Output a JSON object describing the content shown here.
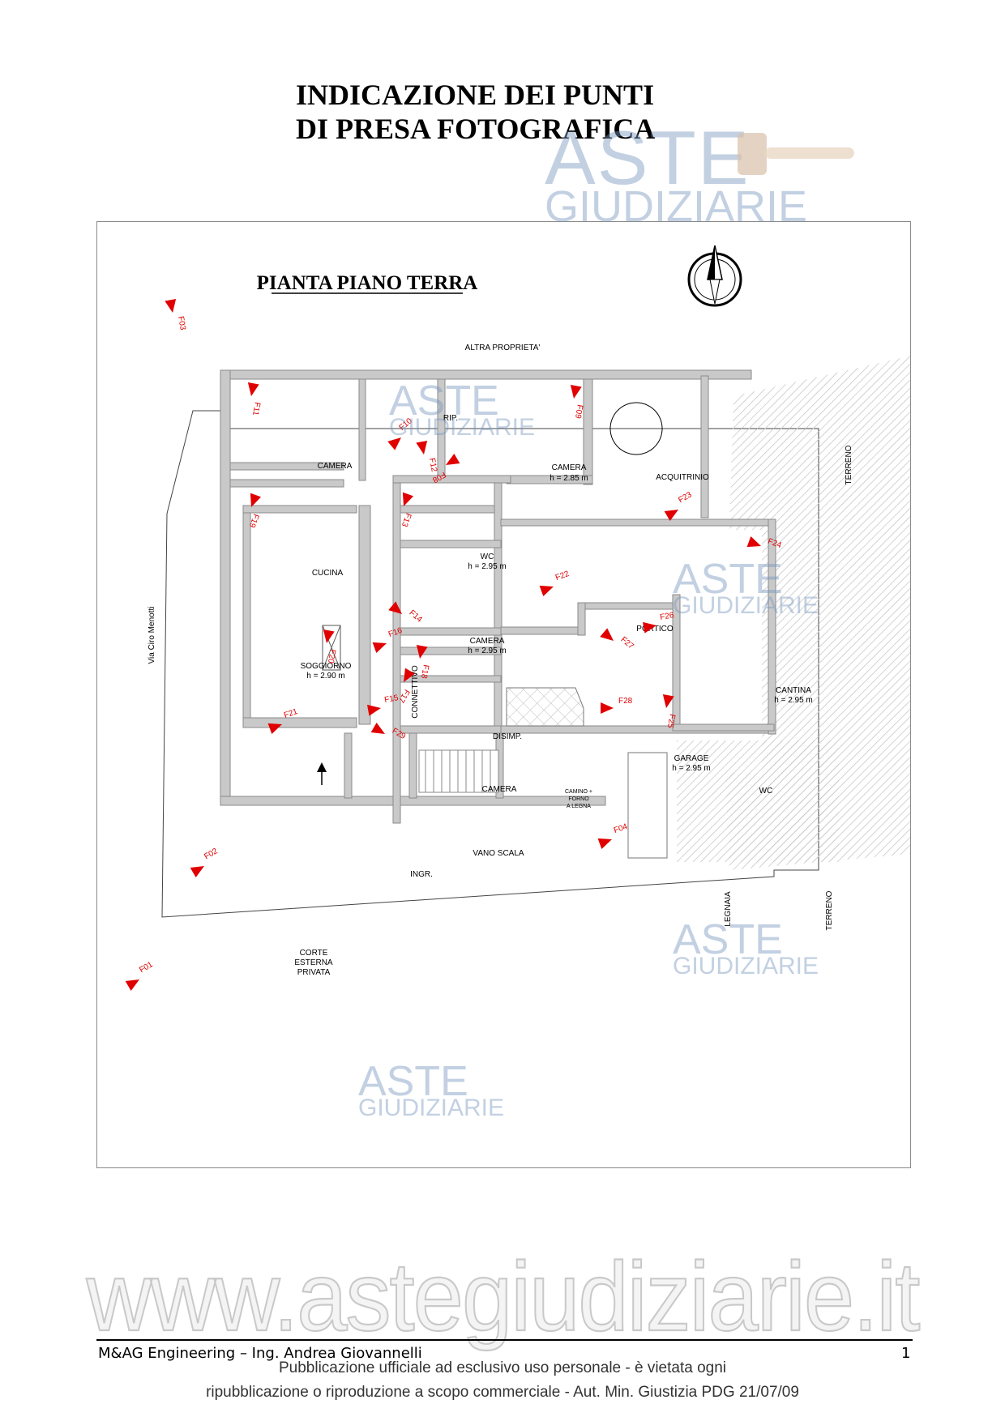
{
  "header": {
    "title_line1": "INDICAZIONE DEI PUNTI",
    "title_line2": "DI PRESA FOTOGRAFICA"
  },
  "plan": {
    "title": "PIANTA PIANO TERRA",
    "labels": {
      "altra_proprieta": "ALTRA PROPRIETA'",
      "via": "Via Ciro Menotti",
      "camera1": "CAMERA",
      "rip": "RIP.",
      "camera2": "CAMERA",
      "camera2_h": "h = 2.85 m",
      "acquitrinio": "ACQUITRINIO",
      "terreno1": "TERRENO",
      "cucina": "CUCINA",
      "wc1": "WC",
      "wc1_h": "h = 2.95 m",
      "portico": "PORTICO",
      "camera3": "CAMERA",
      "camera3_h": "h = 2.95 m",
      "soggiorno": "SOGGIORNO",
      "soggiorno_h": "h = 2.90 m",
      "connettivo": "CONNETTIVO",
      "cantina": "CANTINA",
      "cantina_h": "h = 2.95 m",
      "disimp": "DISIMP.",
      "garage": "GARAGE",
      "garage_h": "h = 2.95 m",
      "camera4": "CAMERA",
      "camino1": "CAMINO +",
      "camino2": "FORNO",
      "camino3": "A LEGNA",
      "wc2": "WC",
      "vano_scala": "VANO SCALA",
      "ingr": "INGR.",
      "legnaia": "LEGNAIA",
      "terreno2": "TERRENO",
      "corte1": "CORTE",
      "corte2": "ESTERNA",
      "corte3": "PRIVATA"
    },
    "photo_points": [
      "F01",
      "F02",
      "F03",
      "F04",
      "F08",
      "F09",
      "F10",
      "F11",
      "F12",
      "F13",
      "F14",
      "F15",
      "F16",
      "F17",
      "F18",
      "F19",
      "F20",
      "F21",
      "F22",
      "F23",
      "F24",
      "F25",
      "F26",
      "F27",
      "F28",
      "F29"
    ],
    "marker_color": "#e00000"
  },
  "watermark": {
    "aste": "ASTE",
    "giudiziarie": "GIUDIZIARIE",
    "site": "www.astegiudiziarie.it"
  },
  "footer": {
    "left": "M&AG Engineering – Ing. Andrea Giovannelli",
    "page": "1",
    "notice1": "Pubblicazione ufficiale ad esclusivo uso personale - è vietata ogni",
    "notice2": "ripubblicazione o riproduzione a scopo commerciale - Aut. Min. Giustizia PDG 21/07/09"
  }
}
